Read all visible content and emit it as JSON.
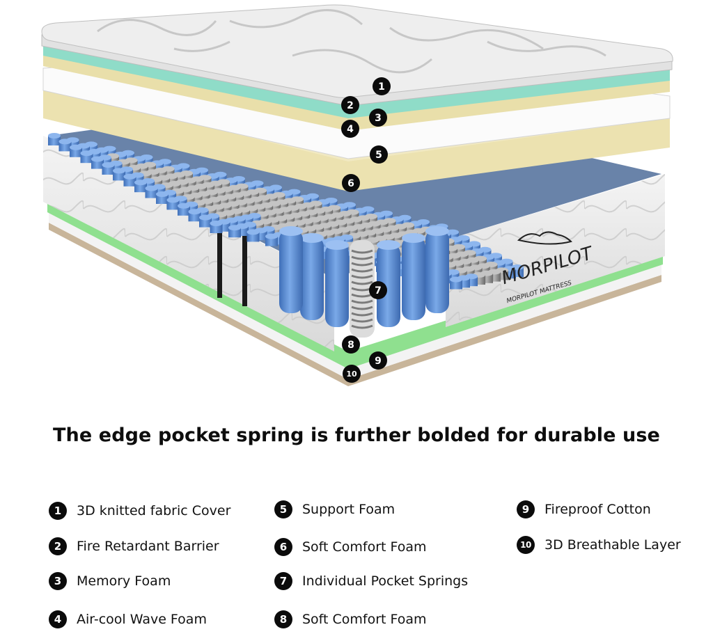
{
  "headline": "The edge pocket spring is further bolded for durable use",
  "brand": {
    "logo_text": "MORPILOT",
    "tagline": "MORPILOT MATTRESS"
  },
  "callouts": [
    "1",
    "2",
    "3",
    "4",
    "5",
    "6",
    "7",
    "8",
    "9",
    "10"
  ],
  "legend": [
    {
      "num": "1",
      "label": "3D knitted fabric Cover"
    },
    {
      "num": "2",
      "label": "Fire Retardant Barrier"
    },
    {
      "num": "3",
      "label": "Memory Foam"
    },
    {
      "num": "4",
      "label": "Air-cool Wave Foam"
    },
    {
      "num": "5",
      "label": "Support Foam"
    },
    {
      "num": "6",
      "label": "Soft Comfort Foam"
    },
    {
      "num": "7",
      "label": "Individual Pocket Springs"
    },
    {
      "num": "8",
      "label": "Soft Comfort Foam"
    },
    {
      "num": "9",
      "label": "Fireproof Cotton"
    },
    {
      "num": "10",
      "label": "3D Breathable Layer"
    }
  ],
  "colors": {
    "cover": "#ececec",
    "memory_foam": "#8fdcc8",
    "comfort_foam": "#ece2b0",
    "spring_blue": "#5b8fd6",
    "spring_grey": "#9a9a9a",
    "base_green": "#8fe08f",
    "breathable": "#c8b59a",
    "badge": "#0b0b0b"
  }
}
